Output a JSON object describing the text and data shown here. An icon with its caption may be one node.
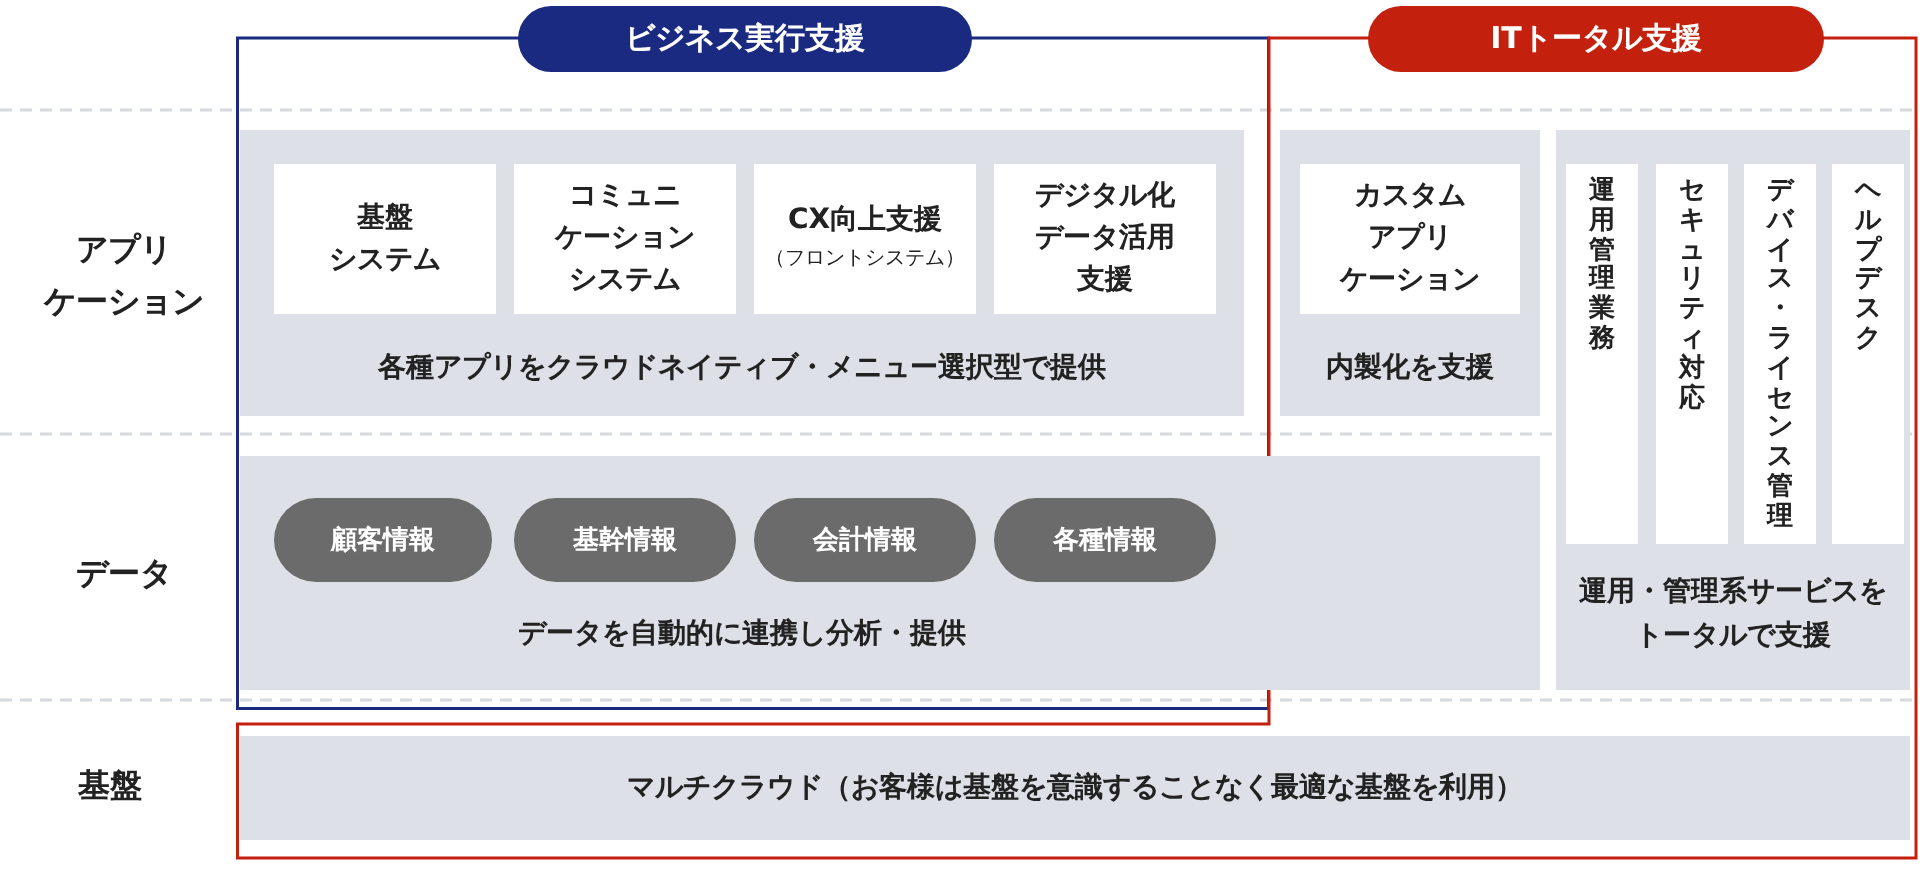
{
  "diagram": {
    "nodes": [
      {
        "text": [
          "ビジネス実行支援"
        ]
      },
      {
        "text": [
          "ITトータル支援"
        ]
      },
      {
        "text": [
          "各種アプリをクラウドネイティブ・メニュー選択型で提供"
        ],
        "in": 0
      },
      {
        "text": [
          "基盤システム"
        ],
        "in": 2
      },
      {
        "text": [
          "コミュニケーションシステム"
        ],
        "in": 2
      },
      {
        "text": [
          "CX向上支援",
          "（フロントシステム）"
        ],
        "in": 2
      },
      {
        "text": [
          "デジタル化データ活用支援"
        ],
        "in": 2
      },
      {
        "text": [
          "内製化を支援"
        ],
        "in": 1
      },
      {
        "text": [
          "カスタムアプリケーション"
        ],
        "in": 7
      },
      {
        "text": [
          "運用・管理系サービスをトータルで支援"
        ],
        "in": 1
      },
      {
        "text": [
          "運用管理業務"
        ],
        "in": 9
      },
      {
        "text": [
          "セキュリティ対応"
        ],
        "in": 9
      },
      {
        "text": [
          "デバイス・ライセンス管理"
        ],
        "in": 9
      },
      {
        "text": [
          "ヘルプデスク"
        ],
        "in": 9
      },
      {
        "text": [
          "データを自動的に連携し分析・提供"
        ]
      },
      {
        "text": [
          "顧客情報"
        ]
      },
      {
        "text": [
          "基幹情報"
        ]
      },
      {
        "text": [
          "会計情報"
        ]
      },
      {
        "text": [
          "各種情報"
        ]
      },
      {
        "text": [
          "マルチクラウド（お客様は基盤を意識することなく最適な基盤を利用）"
        ],
        "in": 1
      }
    ],
    "labels": [
      "アプリケーション",
      "データ",
      "基盤"
    ]
  }
}
